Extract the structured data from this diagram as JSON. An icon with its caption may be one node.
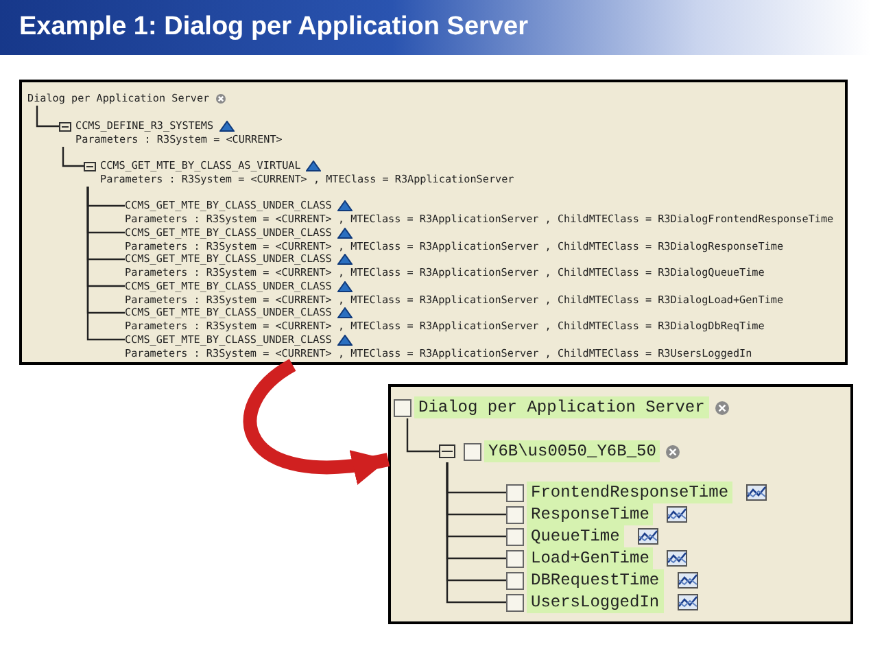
{
  "diagram": {
    "title": "Example 1: Dialog per Application Server",
    "nodes": [
      {
        "text": [],
        "shape": "box"
      },
      {
        "text": [
          "Dialog per Application Server"
        ],
        "in": 0
      },
      {
        "text": [
          "CCMS_DEFINE_R3_SYSTEMS",
          "Parameters : R3System = <CURRENT>"
        ],
        "in": 0
      },
      {
        "text": [
          "CCMS_GET_MTE_BY_CLASS_AS_VIRTUAL",
          "Parameters : R3System = <CURRENT> , MTEClass = R3ApplicationServer"
        ],
        "in": 0
      },
      {
        "text": [
          "CCMS_GET_MTE_BY_CLASS_UNDER_CLASS",
          "Parameters : R3System = <CURRENT> , MTEClass = R3ApplicationServer , ChildMTEClass = R3DialogFrontendResponseTime"
        ],
        "in": 0
      },
      {
        "text": [
          "CCMS_GET_MTE_BY_CLASS_UNDER_CLASS",
          "Parameters : R3System = <CURRENT> , MTEClass = R3ApplicationServer , ChildMTEClass = R3DialogResponseTime"
        ],
        "in": 0
      },
      {
        "text": [
          "CCMS_GET_MTE_BY_CLASS_UNDER_CLASS",
          "Parameters : R3System = <CURRENT> , MTEClass = R3ApplicationServer , ChildMTEClass = R3DialogQueueTime"
        ],
        "in": 0
      },
      {
        "text": [
          "CCMS_GET_MTE_BY_CLASS_UNDER_CLASS",
          "Parameters : R3System = <CURRENT> , MTEClass = R3ApplicationServer , ChildMTEClass = R3DialogLoad+GenTime"
        ],
        "in": 0
      },
      {
        "text": [
          "CCMS_GET_MTE_BY_CLASS_UNDER_CLASS",
          "Parameters : R3System = <CURRENT> , MTEClass = R3ApplicationServer , ChildMTEClass = R3DialogDbReqTime"
        ],
        "in": 0
      },
      {
        "text": [
          "CCMS_GET_MTE_BY_CLASS_UNDER_CLASS",
          "Parameters : R3System = <CURRENT> , MTEClass = R3ApplicationServer , ChildMTEClass = R3UsersLoggedIn"
        ],
        "in": 0
      },
      {
        "text": [],
        "shape": "box"
      },
      {
        "text": [
          "Dialog per Application Server"
        ],
        "in": 10
      },
      {
        "text": [
          "Y6B\\us0050_Y6B_50"
        ],
        "in": 10
      },
      {
        "text": [
          "FrontendResponseTime"
        ],
        "in": 10
      },
      {
        "text": [
          "ResponseTime"
        ],
        "in": 10
      },
      {
        "text": [
          "QueueTime"
        ],
        "in": 10
      },
      {
        "text": [
          "Load+GenTime"
        ],
        "in": 10
      },
      {
        "text": [
          "DBRequestTime"
        ],
        "in": 10
      },
      {
        "text": [
          "UsersLoggedIn"
        ],
        "in": 10
      }
    ],
    "edges": [
      {
        "from": 1,
        "to": 2,
        "arrow": "none"
      },
      {
        "from": 2,
        "to": 3,
        "arrow": "none"
      },
      {
        "from": 3,
        "to": 4,
        "arrow": "none"
      },
      {
        "from": 3,
        "to": 5,
        "arrow": "none"
      },
      {
        "from": 3,
        "to": 6,
        "arrow": "none"
      },
      {
        "from": 3,
        "to": 7,
        "arrow": "none"
      },
      {
        "from": 3,
        "to": 8,
        "arrow": "none"
      },
      {
        "from": 3,
        "to": 9,
        "arrow": "none"
      },
      {
        "from": 0,
        "to": 10,
        "arrow": "to",
        "style": "thick",
        "color": "#d02020"
      },
      {
        "from": 11,
        "to": 12,
        "arrow": "none"
      },
      {
        "from": 12,
        "to": 13,
        "arrow": "none"
      },
      {
        "from": 12,
        "to": 14,
        "arrow": "none"
      },
      {
        "from": 12,
        "to": 15,
        "arrow": "none"
      },
      {
        "from": 12,
        "to": 16,
        "arrow": "none"
      },
      {
        "from": 12,
        "to": 17,
        "arrow": "none"
      },
      {
        "from": 12,
        "to": 18,
        "arrow": "none"
      }
    ]
  }
}
